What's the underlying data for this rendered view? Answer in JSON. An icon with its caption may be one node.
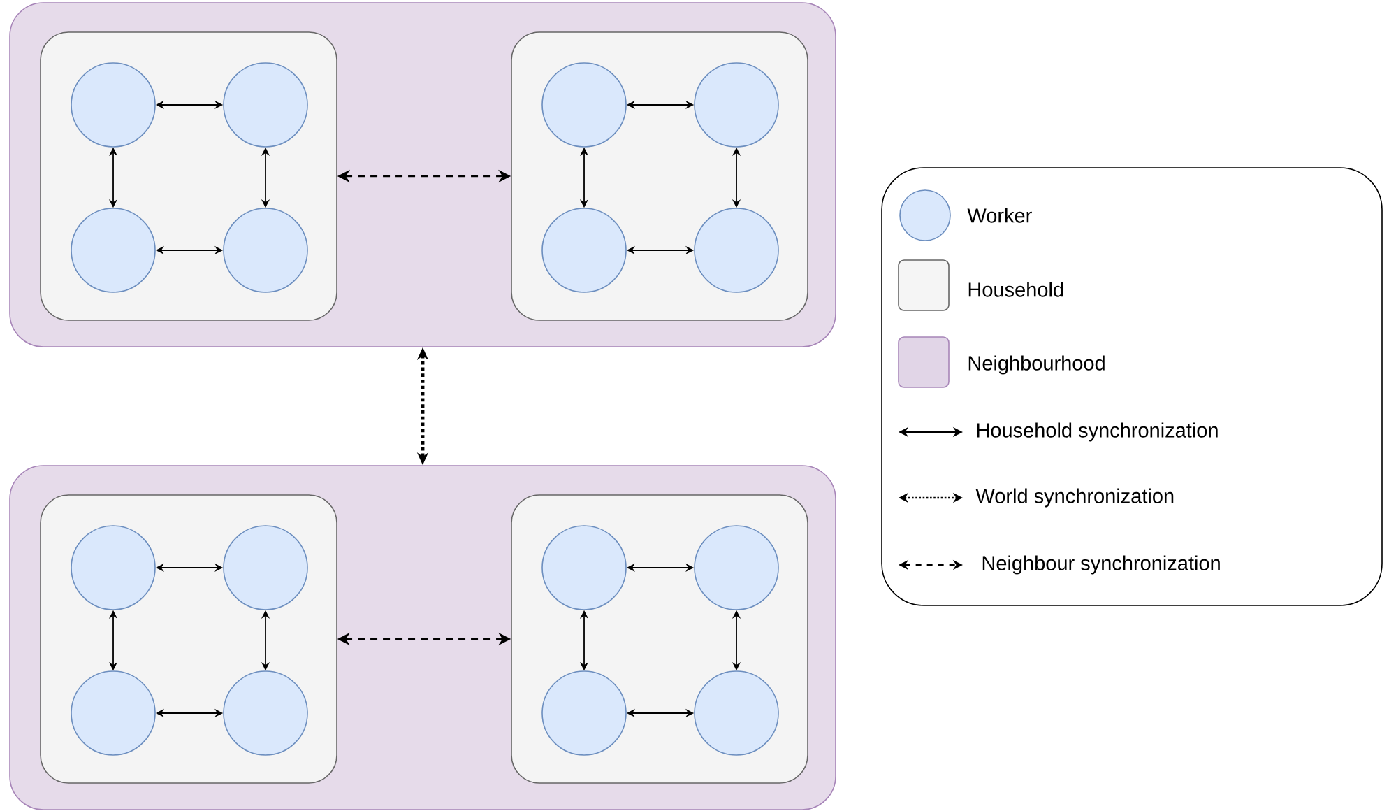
{
  "diagram": {
    "nodes": [
      {
        "text": [],
        "shape": "box"
      },
      {
        "text": [],
        "shape": "box",
        "in": 0
      },
      {
        "text": [],
        "shape": "circle",
        "in": 1
      },
      {
        "text": [],
        "shape": "circle",
        "in": 1
      },
      {
        "text": [],
        "shape": "circle",
        "in": 1
      },
      {
        "text": [],
        "shape": "circle",
        "in": 1
      },
      {
        "text": [],
        "shape": "box",
        "in": 0
      },
      {
        "text": [],
        "shape": "circle",
        "in": 6
      },
      {
        "text": [],
        "shape": "circle",
        "in": 6
      },
      {
        "text": [],
        "shape": "circle",
        "in": 6
      },
      {
        "text": [],
        "shape": "circle",
        "in": 6
      },
      {
        "text": [],
        "shape": "box"
      },
      {
        "text": [],
        "shape": "box",
        "in": 11
      },
      {
        "text": [],
        "shape": "circle",
        "in": 12
      },
      {
        "text": [],
        "shape": "circle",
        "in": 12
      },
      {
        "text": [],
        "shape": "circle",
        "in": 12
      },
      {
        "text": [],
        "shape": "circle",
        "in": 12
      },
      {
        "text": [],
        "shape": "box",
        "in": 11
      },
      {
        "text": [],
        "shape": "circle",
        "in": 17
      },
      {
        "text": [],
        "shape": "circle",
        "in": 17
      },
      {
        "text": [],
        "shape": "circle",
        "in": 17
      },
      {
        "text": [],
        "shape": "circle",
        "in": 17
      }
    ],
    "edges": [
      {
        "from": 2,
        "to": 3,
        "arrow": "both"
      },
      {
        "from": 2,
        "to": 4,
        "arrow": "both"
      },
      {
        "from": 3,
        "to": 5,
        "arrow": "both"
      },
      {
        "from": 4,
        "to": 5,
        "arrow": "both"
      },
      {
        "from": 7,
        "to": 8,
        "arrow": "both"
      },
      {
        "from": 7,
        "to": 9,
        "arrow": "both"
      },
      {
        "from": 8,
        "to": 10,
        "arrow": "both"
      },
      {
        "from": 9,
        "to": 10,
        "arrow": "both"
      },
      {
        "from": 1,
        "to": 6,
        "arrow": "both",
        "style": "dashed"
      },
      {
        "from": 0,
        "to": 11,
        "arrow": "both",
        "style": "dashed"
      },
      {
        "from": 13,
        "to": 14,
        "arrow": "both"
      },
      {
        "from": 13,
        "to": 15,
        "arrow": "both"
      },
      {
        "from": 14,
        "to": 16,
        "arrow": "both"
      },
      {
        "from": 15,
        "to": 16,
        "arrow": "both"
      },
      {
        "from": 18,
        "to": 19,
        "arrow": "both"
      },
      {
        "from": 18,
        "to": 20,
        "arrow": "both"
      },
      {
        "from": 19,
        "to": 21,
        "arrow": "both"
      },
      {
        "from": 20,
        "to": 21,
        "arrow": "both"
      },
      {
        "from": 12,
        "to": 17,
        "arrow": "both",
        "style": "dashed"
      }
    ],
    "legend": [
      {
        "text": "Worker",
        "color": "#dae8fc"
      },
      {
        "text": "Household",
        "color": "#f5f5f5"
      },
      {
        "text": "Neighbourhood",
        "color": "#e1d5e7"
      },
      {
        "text": "Household synchronization"
      },
      {
        "text": "World synchronization"
      },
      {
        "text": "Neighbour synchronization"
      }
    ]
  }
}
